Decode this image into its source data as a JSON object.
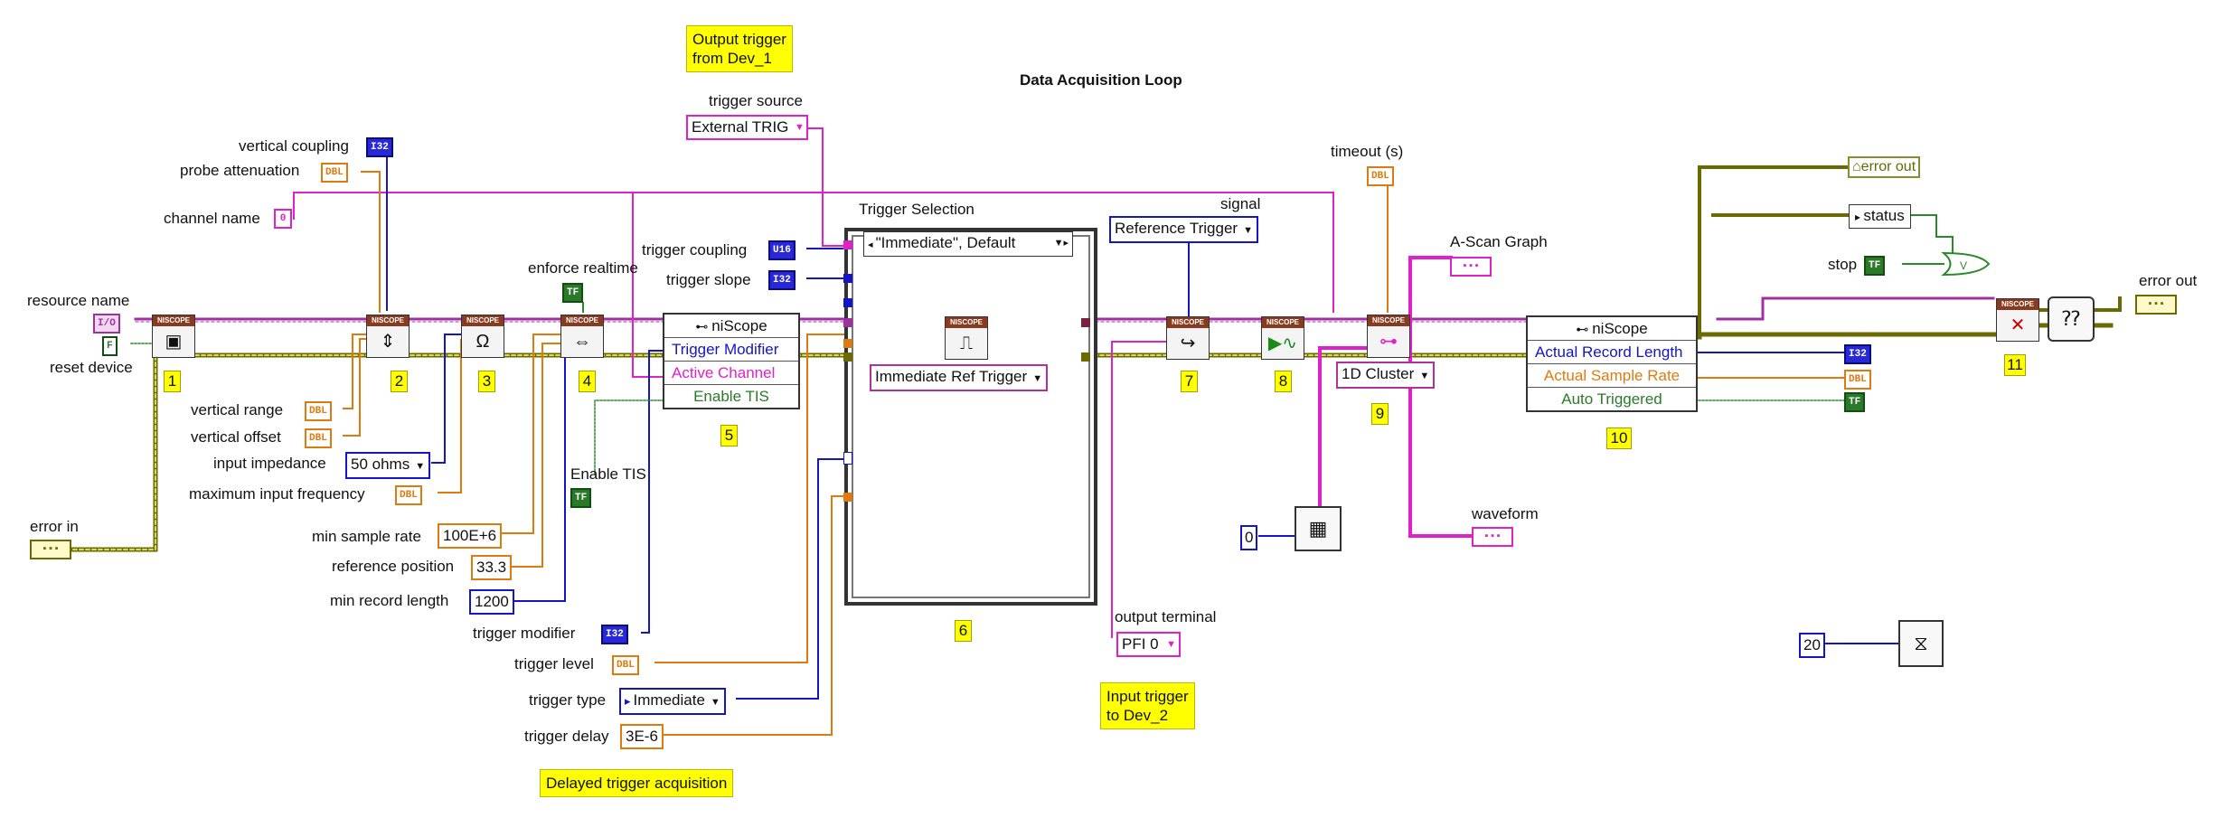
{
  "notes": {
    "output_trigger": "Output trigger\nfrom Dev_1",
    "input_trigger": "Input trigger\nto Dev_2",
    "delayed": "Delayed trigger acquisition"
  },
  "loop_title": "Data Acquisition Loop",
  "labels": {
    "trigger_source": "trigger source",
    "vertical_coupling": "vertical coupling",
    "probe_attenuation": "probe attenuation",
    "channel_name": "channel name",
    "resource_name": "resource name",
    "reset_device": "reset device",
    "enforce_realtime": "enforce realtime",
    "vertical_range": "vertical range",
    "vertical_offset": "vertical offset",
    "input_impedance": "input impedance",
    "max_input_freq": "maximum input frequency",
    "error_in": "error in",
    "min_sample_rate": "min sample rate",
    "reference_position": "reference position",
    "min_record_length": "min record length",
    "trigger_modifier": "trigger modifier",
    "trigger_level": "trigger level",
    "trigger_type": "trigger type",
    "trigger_delay": "trigger delay",
    "enable_tis": "Enable TIS",
    "trigger_coupling": "trigger coupling",
    "trigger_slope": "trigger slope",
    "trigger_selection": "Trigger Selection",
    "signal": "signal",
    "timeout": "timeout (s)",
    "ascan_graph": "A-Scan Graph",
    "waveform": "waveform",
    "output_terminal": "output terminal",
    "error_out_top": "error out",
    "status": "status",
    "stop": "stop",
    "error_out": "error out"
  },
  "controls": {
    "trigger_source_value": "External TRIG",
    "channel_name_value": "0",
    "input_impedance_value": "50 ohms",
    "min_sample_rate_value": "100E+6",
    "reference_position_value": "33.3",
    "min_record_length_value": "1200",
    "trigger_type_value": "Immediate",
    "trigger_delay_value": "3E-6",
    "case_selector": "\"Immediate\", Default",
    "immediate_ref": "Immediate Ref Trigger",
    "signal_value": "Reference Trigger",
    "cluster_value": "1D Cluster",
    "output_terminal_value": "PFI 0",
    "const_zero": "0",
    "const_twenty": "20"
  },
  "terminals": {
    "i32": "I32",
    "dbl": "DBL",
    "u16": "U16",
    "tf": "TF",
    "f": "F",
    "io": "I/O"
  },
  "property_node_1": {
    "title": "niScope",
    "rows": [
      "Trigger Modifier",
      "Active Channel",
      "Enable TIS"
    ]
  },
  "property_node_2": {
    "title": "niScope",
    "rows": [
      "Actual Record Length",
      "Actual Sample Rate",
      "Auto Triggered"
    ]
  },
  "vi_header": "NISCOPE",
  "numbers": [
    "1",
    "2",
    "3",
    "4",
    "5",
    "6",
    "7",
    "8",
    "9",
    "10",
    "11"
  ],
  "colors": {
    "error_wire": "#6a6a00",
    "session_wire": "#a030a0",
    "int_wire": "#1515c8",
    "dbl_wire": "#e07a10",
    "bool_wire": "#2a8a2a",
    "string_wire": "#e020c8"
  }
}
